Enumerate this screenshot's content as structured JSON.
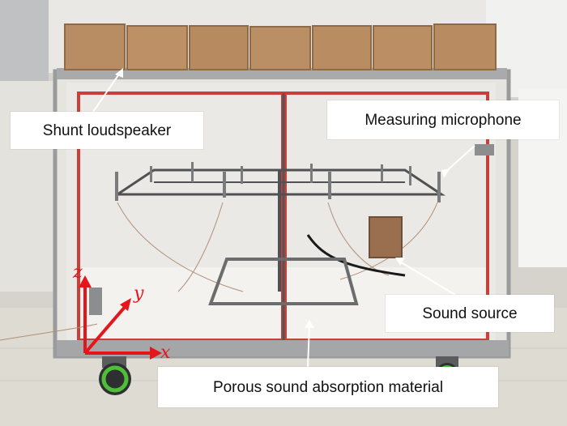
{
  "labels": {
    "shunt_loudspeaker": "Shunt loudspeaker",
    "measuring_microphone": "Measuring microphone",
    "sound_source": "Sound source",
    "porous_material": "Porous sound absorption material"
  },
  "axes": {
    "x": "x",
    "y": "y",
    "z": "z"
  },
  "colors": {
    "frame_red": "#c8403a",
    "axis_red": "#e4161c",
    "brick": "#b98d63",
    "absorber": "#eeece8",
    "metal": "#8f9092",
    "wheel_green": "#4fbf3a"
  },
  "icons": {
    "loudspeaker_boxes": "loudspeaker-box-icon",
    "microphone": "microphone-icon",
    "source_box": "sound-source-box-icon",
    "wheel": "wheel-icon"
  }
}
